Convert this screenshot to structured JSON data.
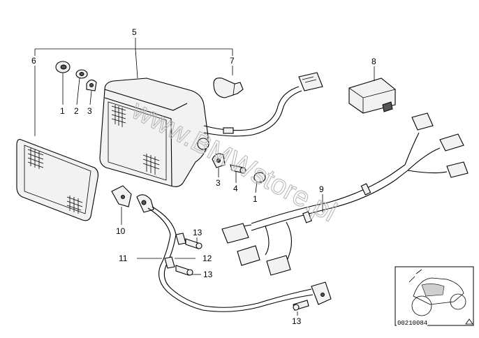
{
  "watermark": "www.BMWstore.pl",
  "inset": {
    "code": "00210084"
  },
  "callouts": [
    {
      "id": "c5",
      "label": "5"
    },
    {
      "id": "c6",
      "label": "6"
    },
    {
      "id": "c7",
      "label": "7"
    },
    {
      "id": "c8",
      "label": "8"
    },
    {
      "id": "c1a",
      "label": "1"
    },
    {
      "id": "c2",
      "label": "2"
    },
    {
      "id": "c3a",
      "label": "3"
    },
    {
      "id": "c3b",
      "label": "3"
    },
    {
      "id": "c4",
      "label": "4"
    },
    {
      "id": "c1b",
      "label": "1"
    },
    {
      "id": "c9",
      "label": "9"
    },
    {
      "id": "c10",
      "label": "10"
    },
    {
      "id": "c13a",
      "label": "13"
    },
    {
      "id": "c11",
      "label": "11"
    },
    {
      "id": "c12",
      "label": "12"
    },
    {
      "id": "c13b",
      "label": "13"
    },
    {
      "id": "c13c",
      "label": "13"
    }
  ]
}
